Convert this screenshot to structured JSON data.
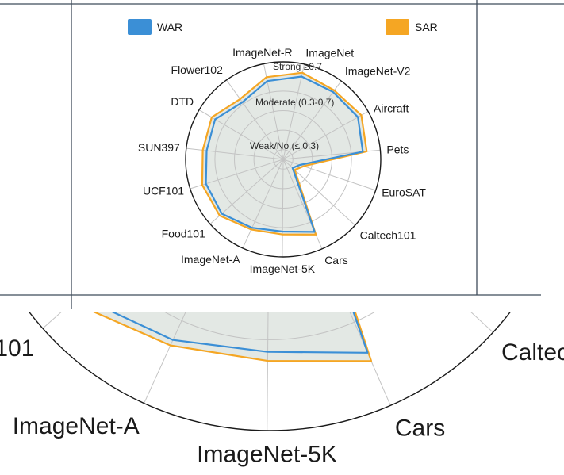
{
  "chart_data": {
    "type": "radar",
    "categories": [
      "ImageNet",
      "ImageNet-V2",
      "Aircraft",
      "Pets",
      "EuroSAT",
      "Caltech101",
      "Cars",
      "ImageNet-5K",
      "ImageNet-A",
      "Food101",
      "UCF101",
      "SUN397",
      "DTD",
      "Flower102",
      "ImageNet-R"
    ],
    "series": [
      {
        "name": "WAR",
        "color": "#3b8fd6",
        "values": [
          0.87,
          0.86,
          0.88,
          0.82,
          0.18,
          0.13,
          0.81,
          0.74,
          0.77,
          0.84,
          0.83,
          0.79,
          0.81,
          0.72,
          0.82
        ]
      },
      {
        "name": "SAR",
        "color": "#f5a623",
        "values": [
          0.91,
          0.88,
          0.92,
          0.86,
          0.22,
          0.16,
          0.84,
          0.77,
          0.79,
          0.87,
          0.87,
          0.83,
          0.85,
          0.76,
          0.86
        ]
      }
    ],
    "bands": [
      "Strong ≥0.7",
      "Moderate (0.3-0.7)",
      "Weak/No (≤ 0.3)"
    ],
    "rlim": [
      0,
      1
    ],
    "grid": true,
    "legend": "top-left and top-right"
  }
}
